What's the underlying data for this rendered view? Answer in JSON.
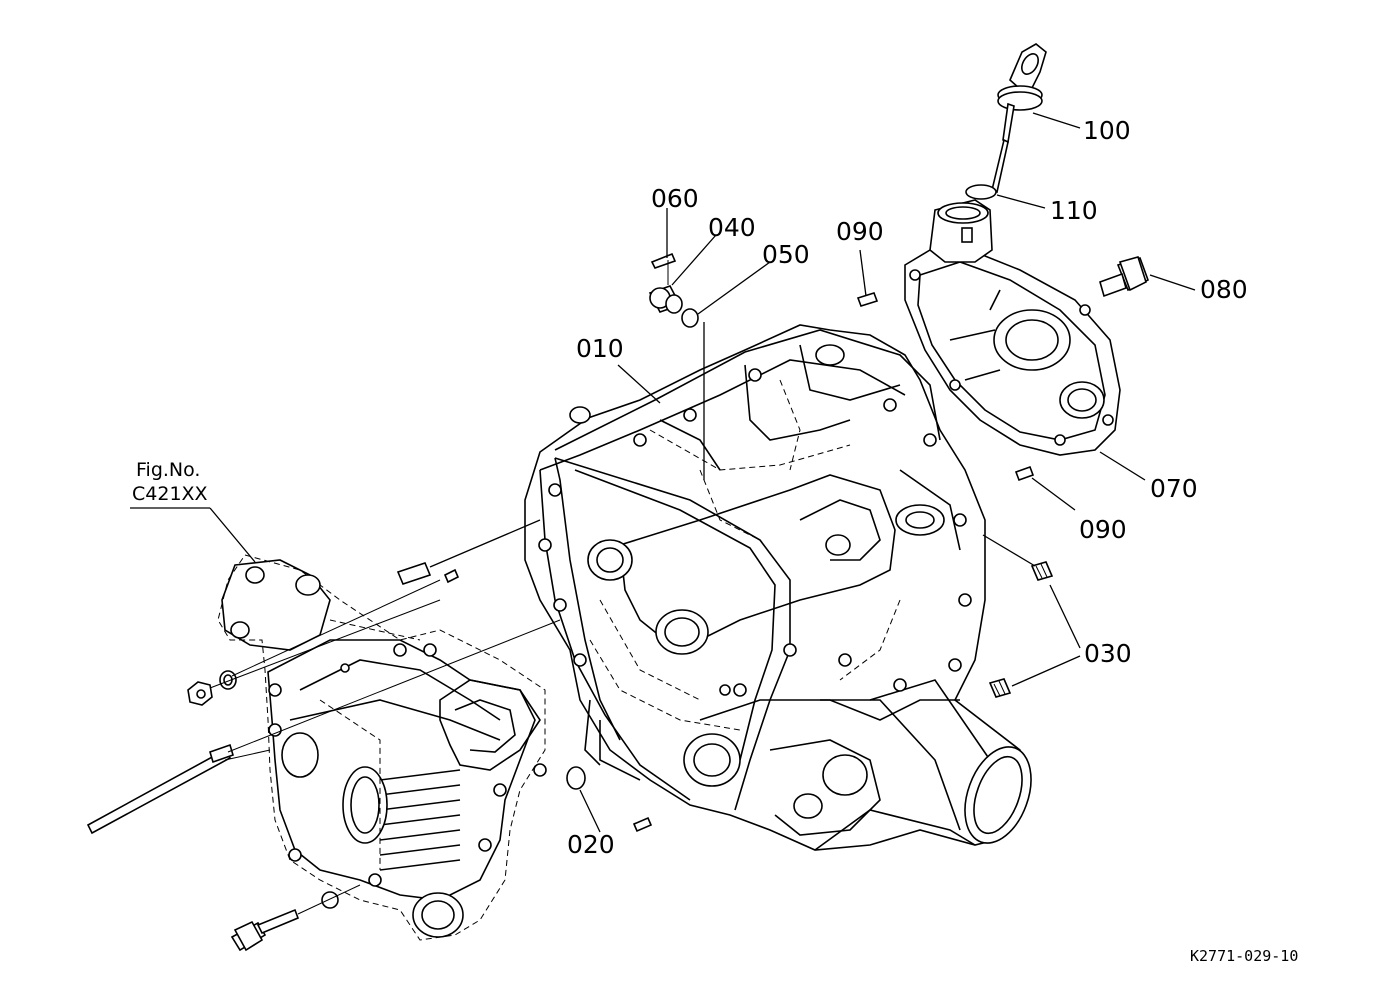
{
  "figure_ref": {
    "line1": "Fig.No.",
    "line2": "C421XX"
  },
  "callouts": [
    {
      "id": "c010",
      "text": "010"
    },
    {
      "id": "c020",
      "text": "020"
    },
    {
      "id": "c030",
      "text": "030"
    },
    {
      "id": "c040",
      "text": "040"
    },
    {
      "id": "c050",
      "text": "050"
    },
    {
      "id": "c060",
      "text": "060"
    },
    {
      "id": "c070",
      "text": "070"
    },
    {
      "id": "c080",
      "text": "080"
    },
    {
      "id": "c090a",
      "text": "090"
    },
    {
      "id": "c090b",
      "text": "090"
    },
    {
      "id": "c100",
      "text": "100"
    },
    {
      "id": "c110",
      "text": "110"
    }
  ],
  "drawing_code": "K2771-029-10"
}
